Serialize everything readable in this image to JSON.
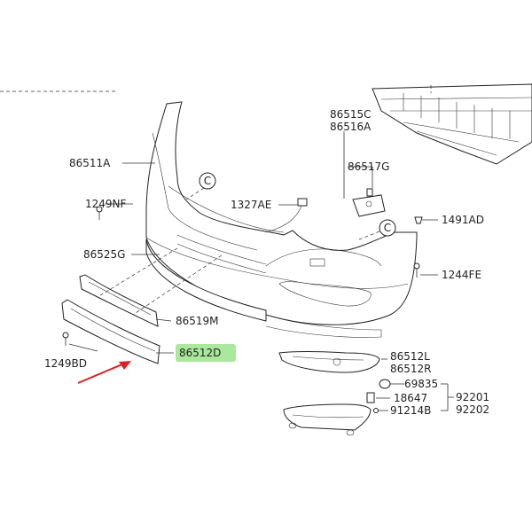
{
  "diagram": {
    "labels": {
      "l86511A": "86511A",
      "l1249NF": "1249NF",
      "l86525G": "86525G",
      "l86519M": "86519M",
      "l1249BD": "1249BD",
      "l86512D": "86512D",
      "l1327AE": "1327AE",
      "l86515C": "86515C",
      "l86516A": "86516A",
      "l86517G": "86517G",
      "l1491AD": "1491AD",
      "l1244FE": "1244FE",
      "l86512L": "86512L",
      "l86512R": "86512R",
      "l69835": "69835",
      "l18647": "18647",
      "l91214B": "91214B",
      "l92201": "92201",
      "l92202": "92202",
      "callout_c": "C"
    },
    "highlight_color": "#8ee07a",
    "arrow_color": "#e02020"
  }
}
